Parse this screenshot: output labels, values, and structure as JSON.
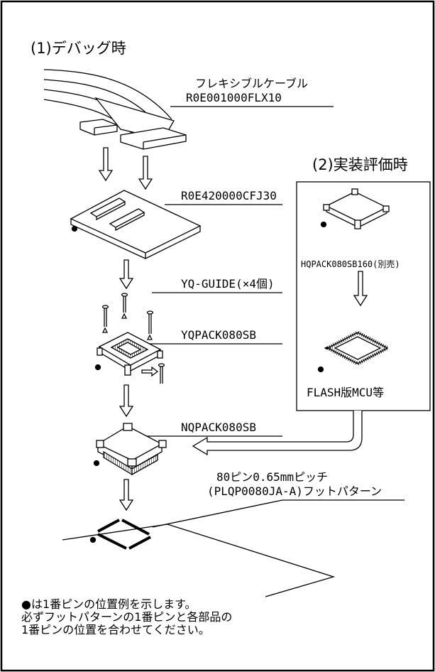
{
  "section1_title": "(1)デバッグ時",
  "section2_title": "(2)実装評価時",
  "flex_cable": {
    "name": "フレキシブルケーブル",
    "part_no": "R0E001000FLX10"
  },
  "emulator_head_board": "R0E420000CFJ30",
  "guide": "YQ-GUIDE(×4個)",
  "yqpack": "YQPACK080SB",
  "nqpack": "NQPACK080SB",
  "hqpack": "HQPACK080SB160(別売)",
  "flash_mcu": "FLASH版MCU等",
  "footprint": {
    "line1": "80ピン0.65mmピッチ",
    "line2": "(PLQP0080JA-A)フットパターン"
  },
  "notes": [
    "●は1番ピンの位置例を示します。",
    "必ずフットパターンの1番ピンと各部品の",
    "1番ピンの位置を合わせてください。"
  ]
}
